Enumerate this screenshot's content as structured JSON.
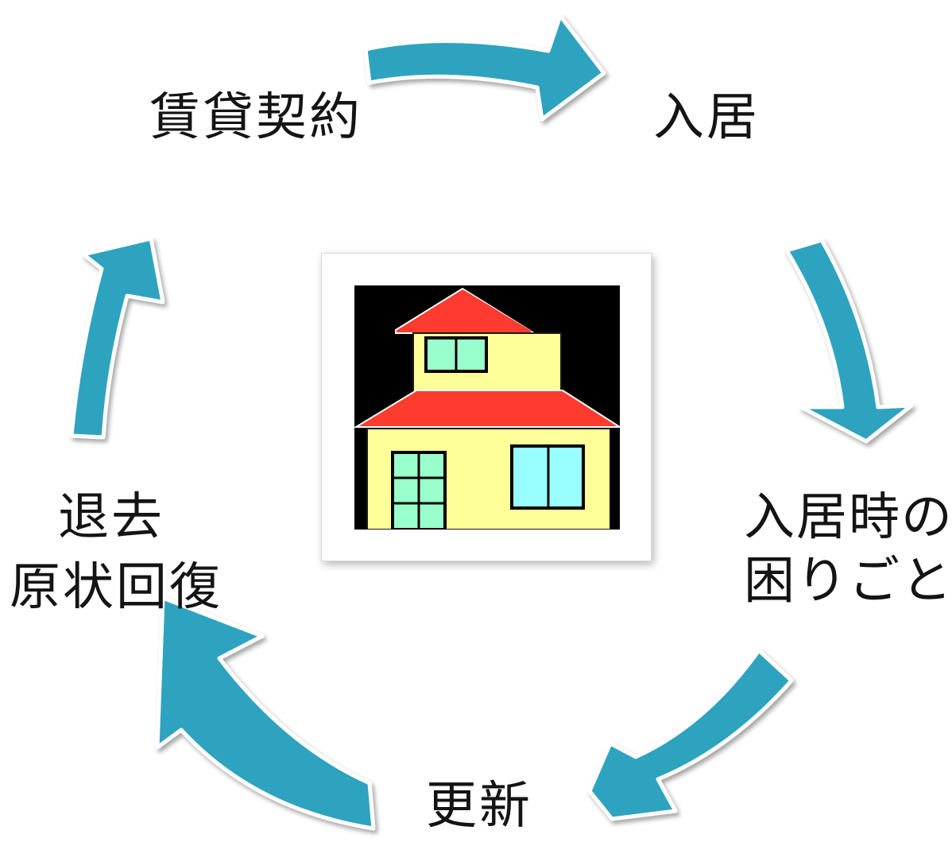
{
  "diagram": {
    "stages": {
      "contract": "賃貸契約",
      "move_in": "入居",
      "trouble": [
        "入居時の",
        "困りごと"
      ],
      "renewal": "更新",
      "move_out": [
        "退去",
        "原状回復"
      ]
    },
    "center_icon": "house-icon",
    "colors": {
      "arrow": "#2fa3bf",
      "arrow_border": "#ffffff",
      "text": "#141414",
      "icon_background": "#000000",
      "roof": "#ff3b30",
      "wall": "#ffff99",
      "window": "#99ffcc",
      "window_right": "#99ffff"
    },
    "arrows": [
      {
        "from": "contract",
        "to": "move_in",
        "icon": "arrow-right-icon"
      },
      {
        "from": "move_in",
        "to": "trouble",
        "icon": "arrow-down-icon"
      },
      {
        "from": "trouble",
        "to": "renewal",
        "icon": "arrow-down-left-icon"
      },
      {
        "from": "renewal",
        "to": "move_out",
        "icon": "arrow-up-left-icon"
      },
      {
        "from": "move_out",
        "to": "contract",
        "icon": "arrow-up-icon"
      }
    ]
  }
}
